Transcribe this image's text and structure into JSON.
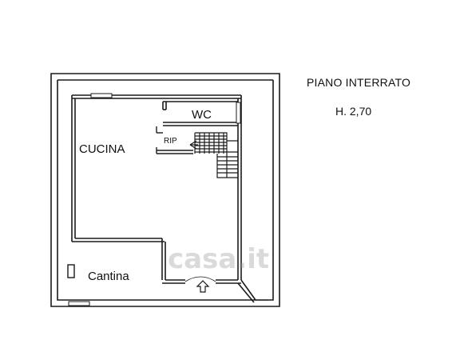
{
  "header": {
    "floor_title": "PIANO INTERRATO",
    "height_label": "H. 2,70"
  },
  "rooms": {
    "wc": "WC",
    "cucina": "CUCINA",
    "rip": "RIP",
    "cantina": "Cantina"
  },
  "watermark": "casa.it",
  "colors": {
    "wall": "#1a1a1a",
    "background": "#ffffff",
    "watermark": "#969696"
  }
}
